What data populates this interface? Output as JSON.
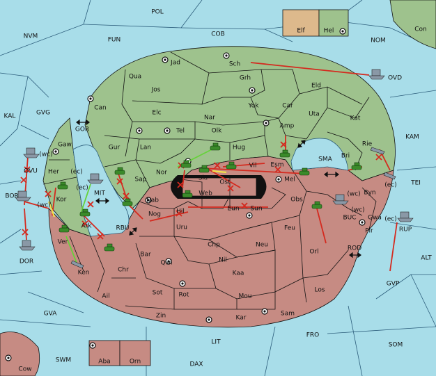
{
  "legend": {
    "elf_label": "Elf",
    "hel_label": "Hel",
    "elf_color": "#ddb98c",
    "hel_color": "#9ec28d"
  },
  "colors": {
    "sea": "#a8dde9",
    "green_power": "#9ec28d",
    "red_power": "#c68b83",
    "move_arrow": "#d42a1f"
  },
  "sea_labels": {
    "pol": "POL",
    "nvm": "NVM",
    "fun": "FUN",
    "cob": "COB",
    "nom": "NOM",
    "con": "Con",
    "ovd": "OVD",
    "kal": "KAL",
    "gvg": "GVG",
    "gor": "GOR",
    "kam": "KAM",
    "sma": "SMA",
    "tei": "TEI",
    "mit": "MIT",
    "rbu": "RBU",
    "bor": "BOR",
    "ovu": "OVU",
    "buc": "BUC",
    "rod": "ROD",
    "dor": "DOR",
    "gvp": "GVP",
    "alt": "ALT",
    "gva": "GVA",
    "lit": "LIT",
    "fro": "FRO",
    "som": "SOM",
    "swm": "SWM",
    "dax": "DAX",
    "cow": "Cow",
    "aba": "Aba",
    "orn": "Orn"
  },
  "land_labels": {
    "jad": "Jad",
    "sch": "Sch",
    "qua": "Qua",
    "jos": "Jos",
    "grh": "Grh",
    "eld": "Eld",
    "can": "Can",
    "yok": "Yok",
    "car": "Car",
    "uta": "Uta",
    "elc": "Elc",
    "nar": "Nar",
    "kat": "Kat",
    "amp": "Amp",
    "gaw": "Gaw",
    "tel": "Tel",
    "olk": "Olk",
    "rie": "Rie",
    "gur": "Gur",
    "lan": "Lan",
    "hug": "Hug",
    "her": "Her",
    "nor": "Nor",
    "skr": "Skr",
    "ost": "Ost",
    "vil": "Vil",
    "esm": "Esm",
    "bri": "Bri",
    "sap": "Sap",
    "web": "Web",
    "mel": "Mel",
    "byn": "Byn",
    "kor": "Kor",
    "nab": "Nab",
    "obs": "Obs",
    "eun": "Eun",
    "sun": "Sun",
    "hil": "Hil",
    "nog": "Nog",
    "gwa": "Gwa",
    "ark": "Ark",
    "uru": "Uru",
    "feu": "Feu",
    "pir": "Pir",
    "rup": "RUP",
    "ver": "Ver",
    "chp": "Chp",
    "neu": "Neu",
    "orl": "Orl",
    "bar": "Bar",
    "qwi": "Qwi",
    "nil": "Nil",
    "ken": "Ken",
    "chr": "Chr",
    "kaa": "Kaa",
    "los": "Los",
    "sot": "Sot",
    "rot": "Rot",
    "ail": "Ail",
    "mou": "Mou",
    "zin": "Zin",
    "kar": "Kar",
    "sam": "Sam"
  },
  "coast_tags": {
    "wc1": "(wc)",
    "ec1": "(ec)",
    "ec2": "(ec)",
    "wc2": "(wc)",
    "wc3": "(wc)",
    "wc4": "(wc)",
    "ec3": "(ec)",
    "ec4": "(ec)"
  }
}
